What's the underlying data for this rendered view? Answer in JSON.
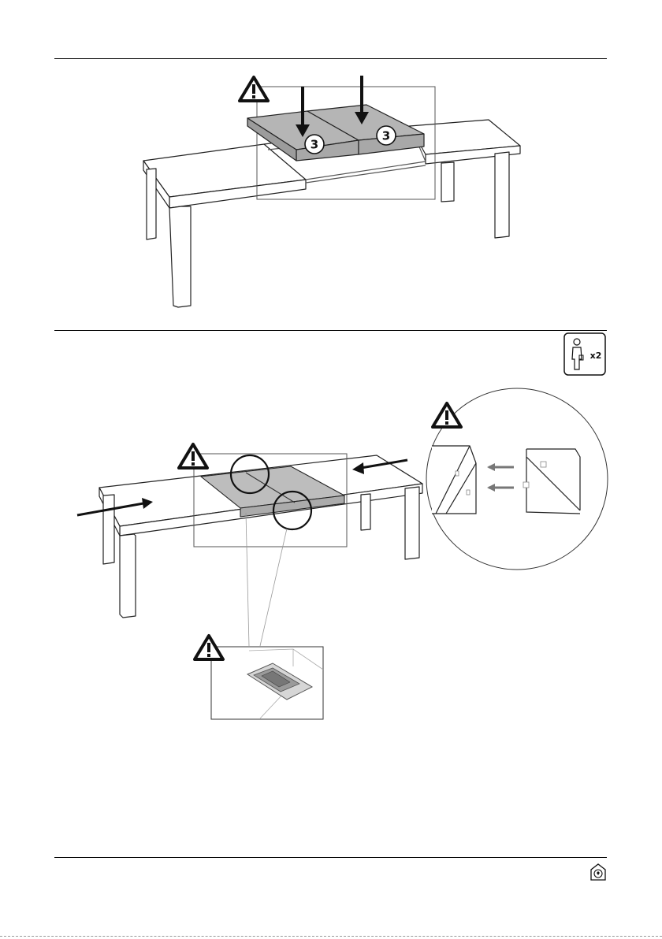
{
  "step1": {
    "part_labels": [
      "3",
      "3"
    ],
    "warning_icon": "warning-triangle-icon"
  },
  "step2": {
    "people_required_label": "x2",
    "people_icon": "two-person-icon",
    "warning_icon": "warning-triangle-icon"
  },
  "footer": {
    "icon": "brand-seal-icon"
  }
}
